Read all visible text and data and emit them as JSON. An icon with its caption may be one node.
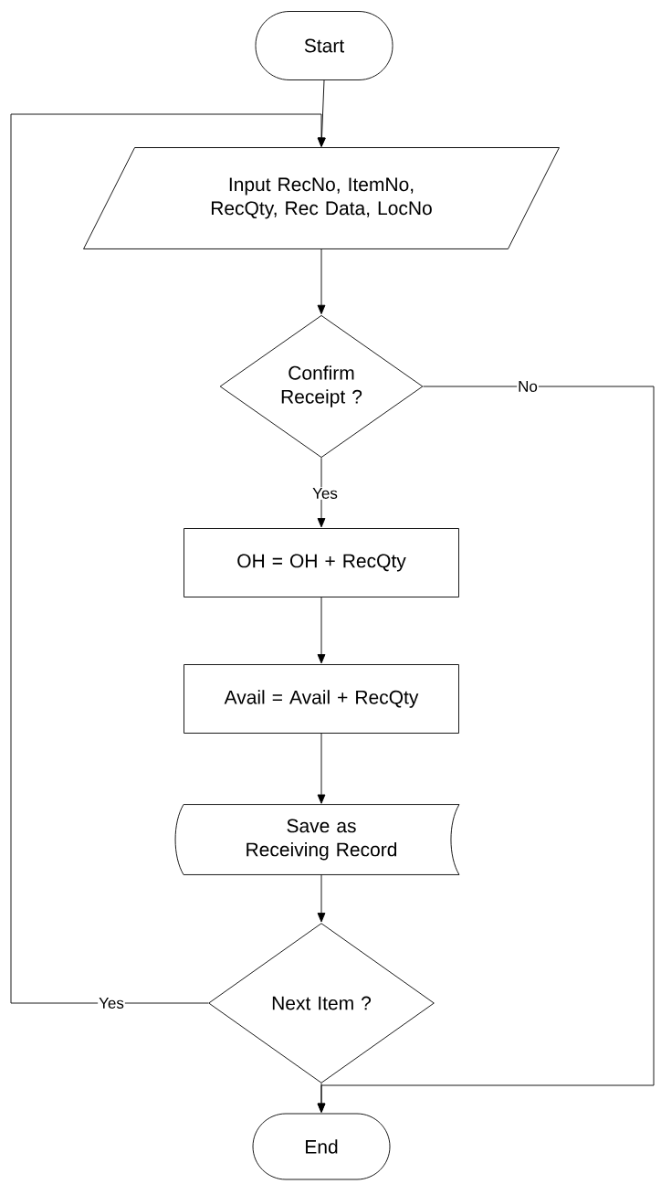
{
  "diagram": {
    "nodes": [
      {
        "text": [
          "Start"
        ]
      },
      {
        "text": [
          "Input RecNo, ItemNo, RecQty, Rec Data, LocNo"
        ]
      },
      {
        "text": [
          "Confirm Receipt ?"
        ]
      },
      {
        "text": [
          "OH = OH + RecQty"
        ]
      },
      {
        "text": [
          "Avail = Avail + RecQty"
        ]
      },
      {
        "text": [
          "Save as Receiving Record"
        ]
      },
      {
        "text": [
          "Next Item ?"
        ]
      },
      {
        "text": [
          "End"
        ]
      }
    ],
    "edges": [
      {
        "from": 0,
        "to": 1,
        "arrow": "to"
      },
      {
        "from": 1,
        "to": 2,
        "arrow": "to"
      },
      {
        "from": 2,
        "to": 3,
        "arrow": "to",
        "label": "Yes"
      },
      {
        "from": 3,
        "to": 4,
        "arrow": "to"
      },
      {
        "from": 4,
        "to": 5,
        "arrow": "to"
      },
      {
        "from": 5,
        "to": 6,
        "arrow": "to"
      },
      {
        "from": 6,
        "to": 7,
        "arrow": "to"
      },
      {
        "from": 6,
        "to": 1,
        "arrow": "to",
        "label": "Yes"
      },
      {
        "from": 2,
        "to": 7,
        "arrow": "to",
        "label": "No"
      }
    ]
  }
}
